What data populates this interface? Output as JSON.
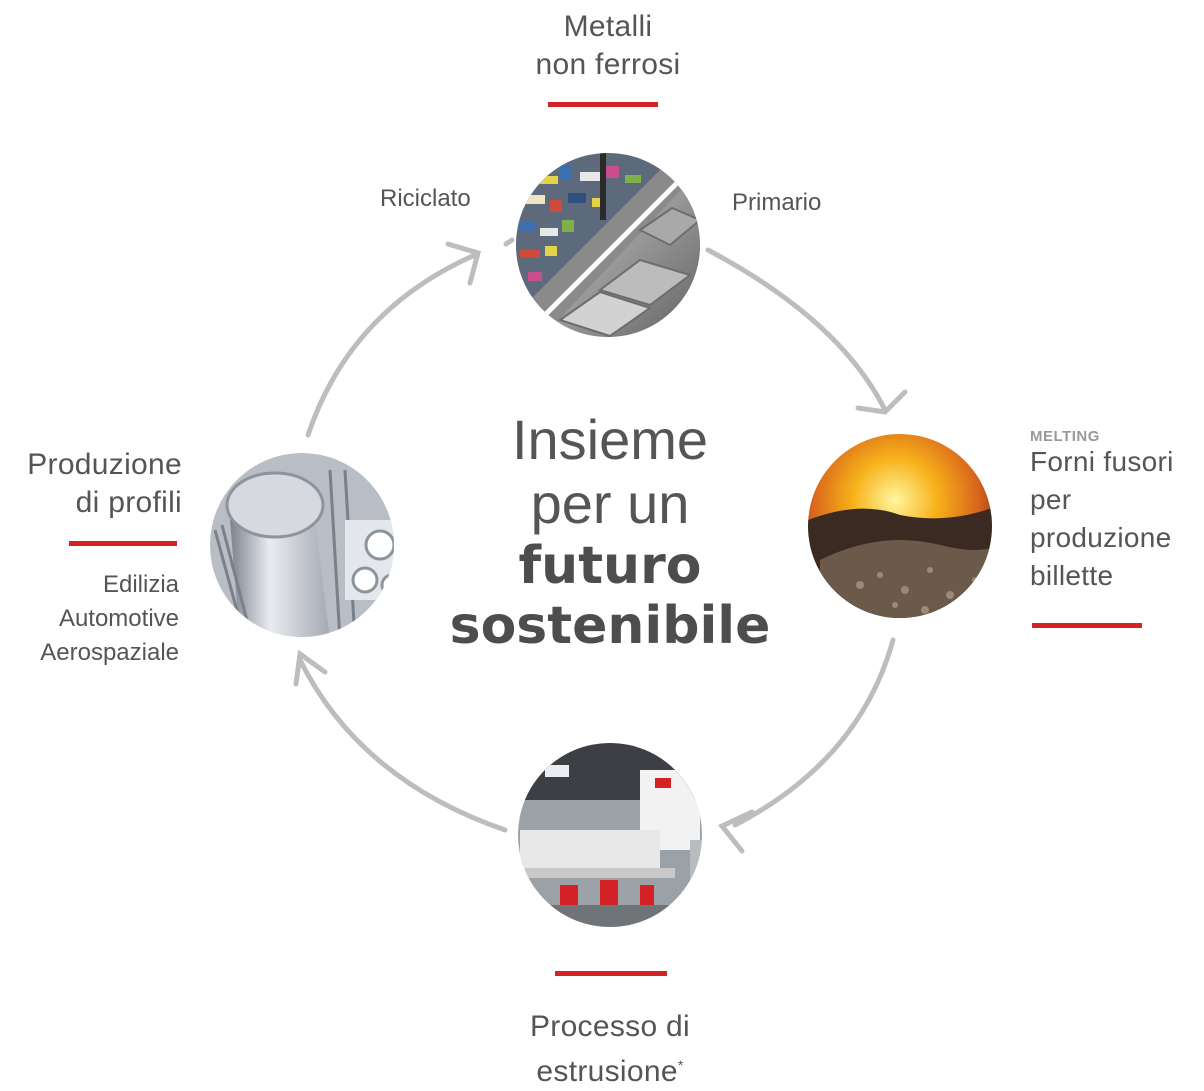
{
  "colors": {
    "accent_red": "#d42327",
    "cycle_arrow": "#bdbdbd",
    "text": "#555555"
  },
  "top": {
    "title_line1": "Metalli",
    "title_line2": "non ferrosi",
    "left_label": "Riciclato",
    "right_label": "Primario"
  },
  "right": {
    "kicker": "MELTING",
    "line1": "Forni fusori",
    "line2": "per",
    "line3": "produzione",
    "line4": "billette"
  },
  "bottom": {
    "line1": "Processo di",
    "line2": "estrusione",
    "mark": "*"
  },
  "left": {
    "line1": "Produzione",
    "line2": "di profili",
    "sectors": [
      "Edilizia",
      "Automotive",
      "Aerospaziale"
    ]
  },
  "center": {
    "line1": "Insieme",
    "line2": "per un",
    "line3": "futuro",
    "line4": "sostenibile"
  },
  "icons": {
    "top_circle": "metal-scrap-and-ingots-photo",
    "right_circle": "melting-furnace-photo",
    "bottom_circle": "extrusion-plant-photo",
    "left_circle": "aluminium-profiles-photo"
  }
}
